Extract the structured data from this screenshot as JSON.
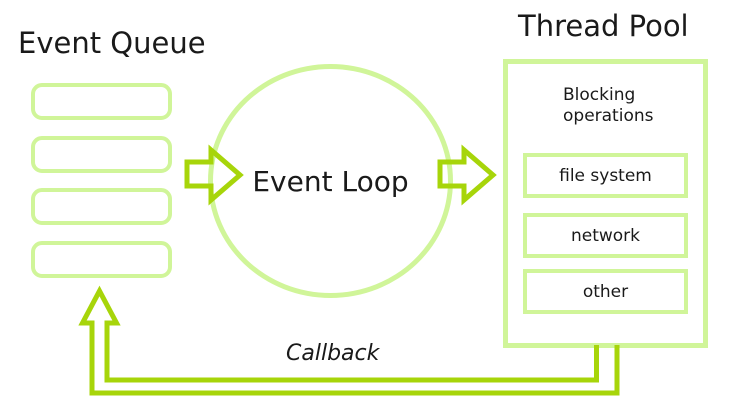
{
  "colors": {
    "light_green": "#d0f599",
    "dark_green": "#a7d50a",
    "text": "#1a1a1a",
    "background": "#ffffff"
  },
  "event_queue": {
    "title": "Event Queue",
    "slot_count": 4
  },
  "event_loop": {
    "label": "Event Loop"
  },
  "thread_pool": {
    "title": "Thread Pool",
    "subtitle": "Blocking operations",
    "items": [
      "file system",
      "network",
      "other"
    ]
  },
  "callback": {
    "label": "Callback"
  },
  "arrows": {
    "queue_to_loop": "block-arrow-right",
    "loop_to_pool": "block-arrow-right",
    "callback_return": "hollow-elbow-arrow-up"
  }
}
